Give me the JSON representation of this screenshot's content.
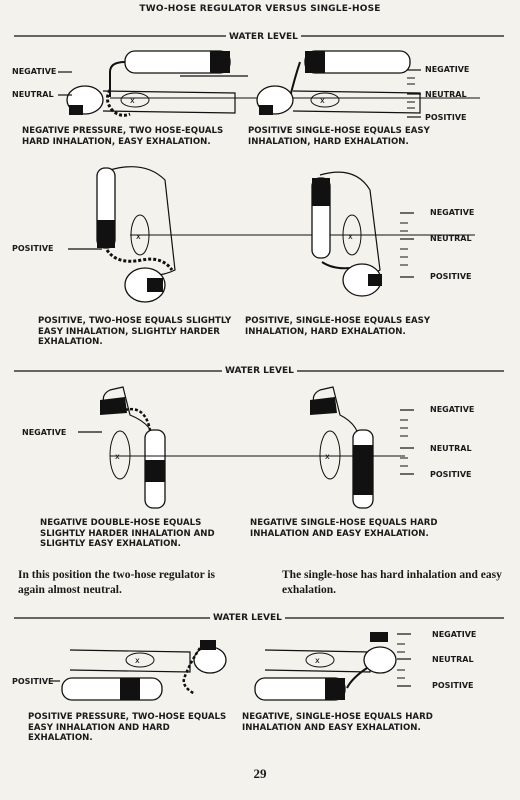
{
  "page": {
    "title": "TWO-HOSE REGULATOR VERSUS SINGLE-HOSE",
    "page_number": "29"
  },
  "water_level_label": "WATER LEVEL",
  "pressure_labels": {
    "negative": "NEGATIVE",
    "neutral": "NEUTRAL",
    "positive": "POSITIVE"
  },
  "section1": {
    "left_caption": "NEGATIVE PRESSURE, TWO HOSE-EQUALS HARD INHALATION, EASY EXHALATION.",
    "right_caption": "POSITIVE SINGLE-HOSE EQUALS EASY INHALATION, HARD EXHALATION."
  },
  "section2": {
    "left_caption": "POSITIVE, TWO-HOSE EQUALS SLIGHTLY EASY INHALATION, SLIGHTLY HARDER EXHALATION.",
    "right_caption": "POSITIVE, SINGLE-HOSE EQUALS EASY INHALATION, HARD EXHALATION."
  },
  "section3": {
    "left_caption": "NEGATIVE DOUBLE-HOSE EQUALS SLIGHTLY HARDER INHALATION AND SLIGHTLY EASY EXHALATION.",
    "right_caption": "NEGATIVE SINGLE-HOSE EQUALS HARD INHALATION AND EASY EXHALATION.",
    "left_note": "In this position the two-hose regulator is again almost neutral.",
    "right_note": "The single-hose has hard inhalation and easy exhalation."
  },
  "section4": {
    "left_caption": "POSITIVE PRESSURE, TWO-HOSE EQUALS EASY INHALATION AND HARD EXHALATION.",
    "right_caption": "NEGATIVE, SINGLE-HOSE EQUALS HARD INHALATION AND EASY EXHALATION."
  }
}
